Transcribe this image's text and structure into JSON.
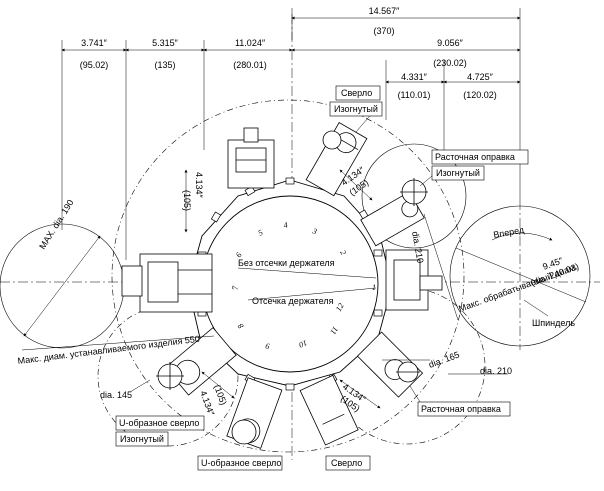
{
  "dimensions": {
    "top_overall_in": "14.567″",
    "top_overall_mm": "(370)",
    "d1_in": "3.741″",
    "d1_mm": "(95.02)",
    "d2_in": "5.315″",
    "d2_mm": "(135)",
    "d3_in": "11.024″",
    "d3_mm": "(280.01)",
    "d4_in": "9.056″",
    "d4_mm": "(230.02)",
    "d5_in": "4.331″",
    "d5_mm": "(110.01)",
    "d6_in": "4.725″",
    "d6_mm": "(120.02)",
    "tool_a": "4.134″",
    "tool_a_mm": "(105)",
    "tool_b": "4.134″",
    "tool_b_mm": "(105)",
    "tool_c": "4.134″",
    "tool_c_mm": "(105)",
    "tool_d": "4.134″",
    "tool_d_mm": "(105)",
    "max_dia": "MAX. dia. 190",
    "max_work_dia_prefix": "Макс. обрабатываемый диам.",
    "max_work_dia_in": "9.45″",
    "max_work_dia_mm": "(dia. 240.03)",
    "max_install_dia": "Макс. диам. устанавливаемого изделия 550",
    "dia_210_a": "dia. 210",
    "dia_210_b": "dia. 210",
    "dia_165": "dia. 165",
    "dia_145": "dia. 145"
  },
  "labels": {
    "drill_top": "Сверло",
    "bent_top": "Изогнутый",
    "boring_bar_top": "Расточная оправка",
    "bent_right": "Изогнутый",
    "forward": "Вперед",
    "spindle": "Шпиндель",
    "no_holder_cutoff": "Без отсечки держателя",
    "holder_cutoff": "Отсечка держателя",
    "boring_bar_bottom": "Расточная оправка",
    "u_drill_left": "U-образное сверло",
    "bent_left": "Изогнутый",
    "u_drill_bottom": "U-образное сверло",
    "drill_bottom": "Сверло"
  },
  "station_numbers": [
    "1",
    "2",
    "3",
    "4",
    "5",
    "6",
    "7",
    "8",
    "9",
    "10",
    "11",
    "12"
  ]
}
